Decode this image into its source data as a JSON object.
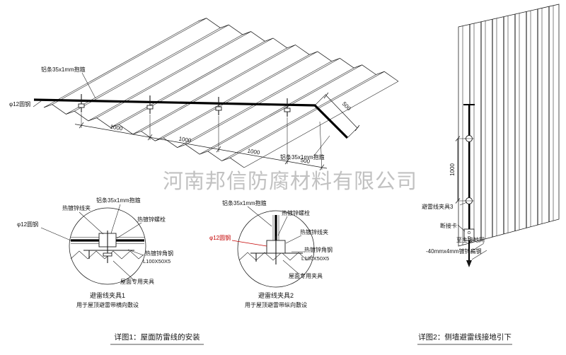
{
  "watermark": {
    "text": "河南邦信防腐材料有限公司"
  },
  "colors": {
    "ink": "#1a1a1a",
    "red": "#c40000",
    "watermark": "#8f8f8f",
    "background": "#ffffff"
  },
  "main_view": {
    "label_alum_top": "铝条35x1mm抱箍",
    "label_alum_right": "铝条35x1mm抱箍",
    "label_round_steel": "φ12圆钢",
    "dims": [
      "1000",
      "1000",
      "1000",
      "500"
    ],
    "dim_right": "500"
  },
  "detail1": {
    "label_wire_clip": "热镀锌线夹",
    "label_alum": "铝条35x1mm抱箍",
    "label_bolt": "热镀锌螺栓",
    "label_round_steel": "φ12圆钢",
    "label_angle_steel": "热镀锌角钢",
    "label_angle_spec": "L100X50X5",
    "label_roof_clamp": "屋面专用夹具",
    "title": "避雷线夹具1",
    "subtitle": "用于屋顶避雷带横向敷设"
  },
  "detail2": {
    "label_alum": "铝条35x1mm抱箍",
    "label_bolt": "热镀锌螺栓",
    "label_round_steel": "φ12圆钢",
    "label_wire_clip": "热镀锌线夹",
    "label_angle_steel": "热镀锌角钢",
    "label_angle_spec": "L100X50X5",
    "label_roof_clamp": "屋面专用夹具",
    "title": "避雷线夹具2",
    "subtitle": "用于屋顶避雷带纵向敷设"
  },
  "wall_view": {
    "dim_vertical": "1000",
    "label_clamp3": "避雷线夹具3",
    "label_disconnect": "断接卡",
    "label_to_ground": "至主接地网",
    "label_flat_steel": "-40mmx4mm镀锌扁钢"
  },
  "captions": {
    "detail1": "详图1：屋面防雷线的安装",
    "detail2": "详图2：侧墙避雷线接地引下"
  }
}
